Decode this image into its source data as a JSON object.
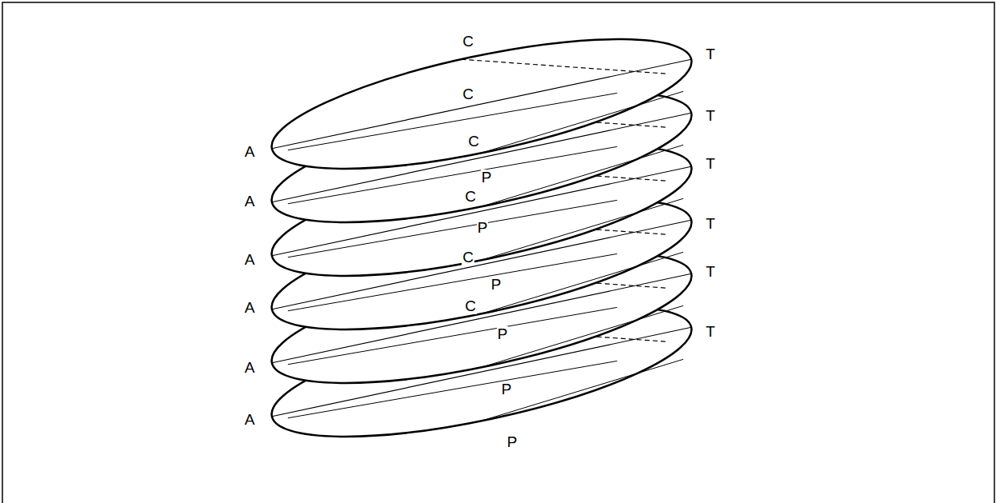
{
  "diagram": {
    "labels": [
      "C",
      "T",
      "C",
      "T",
      "C",
      "A",
      "T",
      "P",
      "C",
      "A",
      "T",
      "P",
      "C",
      "A",
      "T",
      "P",
      "C",
      "A",
      "T",
      "P",
      "A",
      "P",
      "A",
      "P"
    ]
  }
}
